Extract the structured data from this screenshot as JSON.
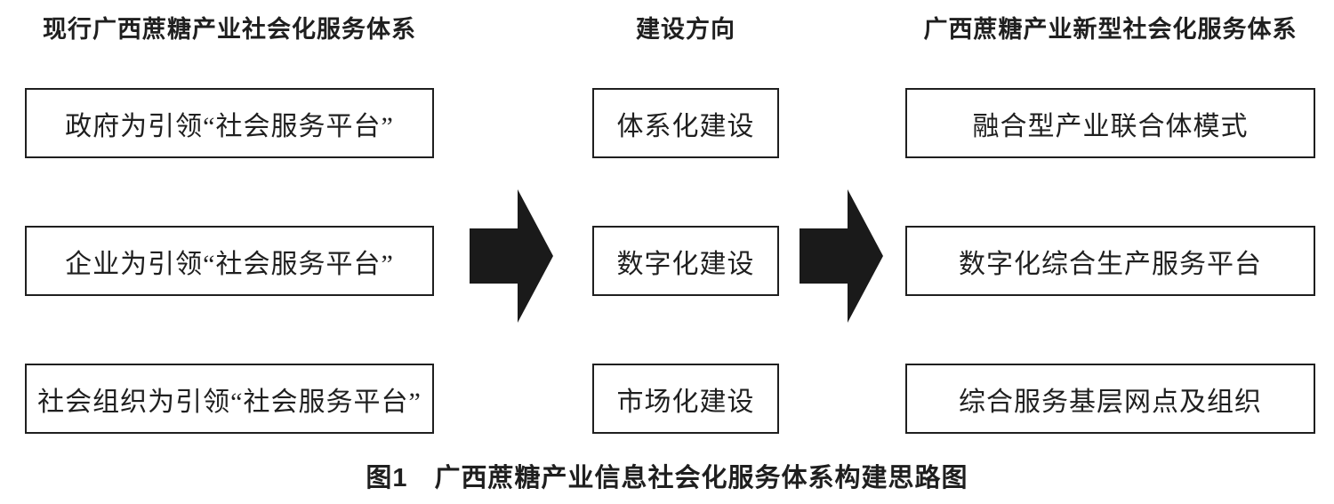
{
  "figure": {
    "columns": [
      {
        "id": "current-system",
        "header": "现行广西蔗糖产业社会化服务体系",
        "boxes": [
          "政府为引领“社会服务平台”",
          "企业为引领“社会服务平台”",
          "社会组织为引领“社会服务平台”"
        ]
      },
      {
        "id": "construction-direction",
        "header": "建设方向",
        "boxes": [
          "体系化建设",
          "数字化建设",
          "市场化建设"
        ]
      },
      {
        "id": "new-system",
        "header": "广西蔗糖产业新型社会化服务体系",
        "boxes": [
          "融合型产业联合体模式",
          "数字化综合生产服务平台",
          "综合服务基层网点及组织"
        ]
      }
    ],
    "arrows": [
      "right-block-arrow",
      "right-block-arrow"
    ],
    "caption": "图1　广西蔗糖产业信息社会化服务体系构建思路图",
    "colors": {
      "ink": "#1f1f1f",
      "background": "#ffffff",
      "arrow_fill": "#1a1a1a"
    }
  }
}
